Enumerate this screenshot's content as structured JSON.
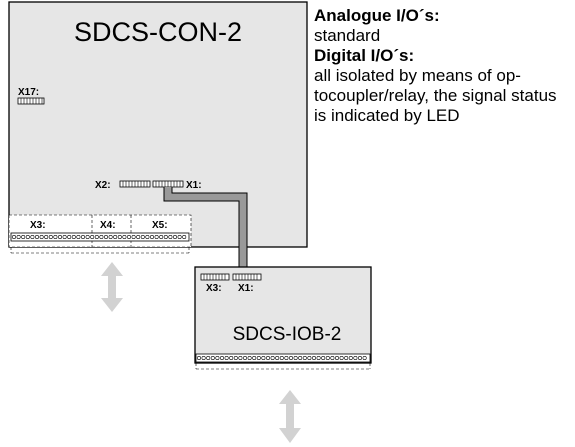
{
  "con_board": {
    "title": "SDCS-CON-2",
    "connectors": {
      "x17": "X17:",
      "x2": "X2:",
      "x1": "X1:",
      "x3": "X3:",
      "x4": "X4:",
      "x5": "X5:"
    }
  },
  "iob_board": {
    "title": "SDCS-IOB-2",
    "connectors": {
      "x3": "X3:",
      "x1": "X1:"
    }
  },
  "description": {
    "analogue_heading": "Analogue I/O´s:",
    "analogue_text": "standard",
    "digital_heading": "Digital I/O´s:",
    "digital_text": "all isolated by means of op-tocoupler/relay, the signal status is indicated by LED"
  },
  "colors": {
    "board_fill": "#e6e6e6",
    "border": "#000000",
    "cable": "#999999",
    "arrow": "#d2d2d2"
  }
}
